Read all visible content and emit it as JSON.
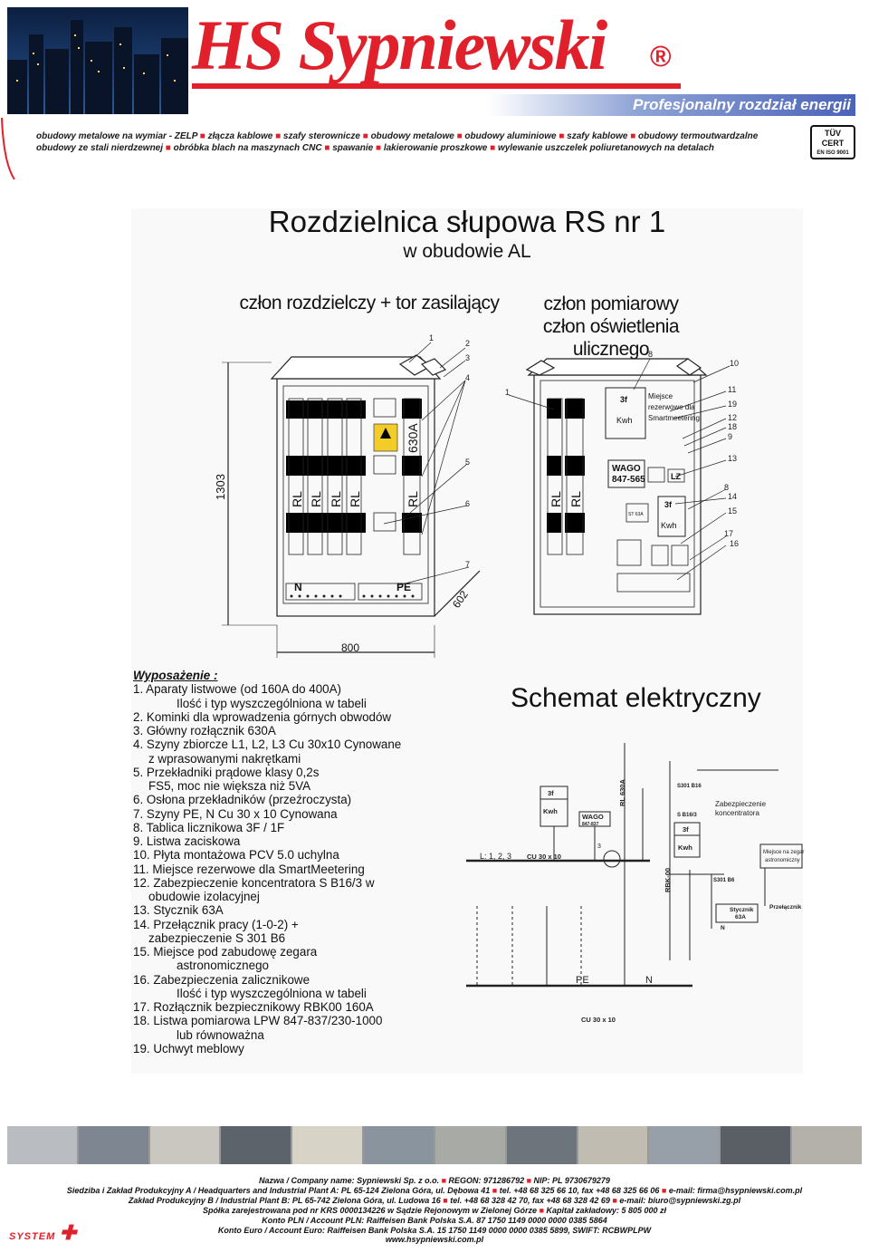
{
  "header": {
    "brand": "HS Sypniewski",
    "brand_mark": "®",
    "tagline": "Profesjonalny rozdział energii",
    "services_line1": [
      "obudowy metalowe na wymiar - ZELP",
      "złącza kablowe",
      "szafy sterownicze",
      "obudowy metalowe",
      "obudowy aluminiowe",
      "szafy kablowe",
      "obudowy termoutwardzalne"
    ],
    "services_line2": [
      "obudowy ze stali nierdzewnej",
      "obróbka blach na maszynach CNC",
      "spawanie",
      "lakierowanie proszkowe",
      "wylewanie uszczelek poliuretanowych na detalach"
    ],
    "cert_line1": "TÜV",
    "cert_line2": "CERT",
    "cert_line3": "EN ISO 9001"
  },
  "document": {
    "title": "Rozdzielnica słupowa RS nr 1",
    "subtitle": "w obudowie AL",
    "section_left": "człon rozdzielczy + tor zasilający",
    "section_right_1": "człon pomiarowy",
    "section_right_2": "człon oświetlenia ulicznego"
  },
  "drawing": {
    "dim_height": "1303",
    "dim_width": "800",
    "dim_depth": "602",
    "rl": "RL",
    "main_switch": "630A",
    "n_label": "N",
    "pe_label": "PE",
    "meter_3f": "3f",
    "meter_kwh": "Kwh",
    "smart_note_1": "Miejsce",
    "smart_note_2": "rezerwowe dla",
    "smart_note_3": "Smartmeetering",
    "wago_1": "WAGO",
    "wago_2": "847-565",
    "lz": "LZ",
    "st": "ST 63A",
    "callouts_left": [
      "1",
      "2",
      "3",
      "4",
      "5",
      "6",
      "7"
    ],
    "callouts_right": [
      "8",
      "10",
      "1",
      "11",
      "19",
      "12",
      "18",
      "9",
      "13",
      "8",
      "14",
      "15",
      "17",
      "16"
    ]
  },
  "equipment": {
    "heading": "Wyposażenie :",
    "items": [
      {
        "t": "1. Aparaty listwowe (od 160A do 400A)",
        "c": ""
      },
      {
        "t": "Ilość i typ wyszczególniona w tabeli",
        "c": "ind2"
      },
      {
        "t": "2. Kominki dla wprowadzenia górnych obwodów",
        "c": ""
      },
      {
        "t": "3. Główny rozłącznik 630A",
        "c": ""
      },
      {
        "t": "4. Szyny zbiorcze L1, L2, L3 Cu 30x10 Cynowane",
        "c": ""
      },
      {
        "t": "z wprasowanymi nakrętkami",
        "c": "ind"
      },
      {
        "t": "5. Przekładniki prądowe klasy 0,2s",
        "c": ""
      },
      {
        "t": "FS5, moc nie większa niż 5VA",
        "c": "ind"
      },
      {
        "t": "6. Osłona przekładników (przeźroczysta)",
        "c": ""
      },
      {
        "t": "7. Szyny PE, N Cu 30 x 10 Cynowana",
        "c": ""
      },
      {
        "t": "8. Tablica licznikowa 3F / 1F",
        "c": ""
      },
      {
        "t": "9. Listwa zaciskowa",
        "c": ""
      },
      {
        "t": "10. Płyta montażowa PCV 5.0 uchylna",
        "c": ""
      },
      {
        "t": "11. Miejsce rezerwowe dla SmartMeetering",
        "c": ""
      },
      {
        "t": "12. Zabezpieczenie koncentratora S B16/3 w",
        "c": ""
      },
      {
        "t": "obudowie izolacyjnej",
        "c": "ind"
      },
      {
        "t": "13. Stycznik 63A",
        "c": ""
      },
      {
        "t": "14. Przełącznik pracy (1-0-2) +",
        "c": ""
      },
      {
        "t": "zabezpieczenie S 301 B6",
        "c": "ind"
      },
      {
        "t": "15. Miejsce pod zabudowę zegara",
        "c": ""
      },
      {
        "t": "astronomicznego",
        "c": "ind2"
      },
      {
        "t": "16. Zabezpieczenia zalicznikowe",
        "c": ""
      },
      {
        "t": "Ilość i typ wyszczególniona w tabeli",
        "c": "ind2"
      },
      {
        "t": "17. Rozłącznik bezpiecznikowy RBK00 160A",
        "c": ""
      },
      {
        "t": "18. Listwa pomiarowa LPW 847-837/230-1000",
        "c": ""
      },
      {
        "t": "lub równoważna",
        "c": "ind2"
      },
      {
        "t": "19. Uchwyt meblowy",
        "c": ""
      }
    ]
  },
  "schematic": {
    "title": "Schemat elektryczny",
    "bus": "L: 1, 2, 3",
    "cu_top": "CU 30 x 10",
    "cu_bottom": "CU 30 x 10",
    "pe": "PE",
    "n": "N",
    "m3f": "3f",
    "mkwh": "Kwh",
    "wago": "WAGO",
    "wago_no": "847-837",
    "rl630": "RL 630A",
    "s301b16": "S301 B16",
    "sb16": "S B16/3",
    "zab": "Zabezpieczenie",
    "konc": "koncentratora",
    "rbk": "RBK-00",
    "s301b6": "S301 B6",
    "zegar1": "Miejsce na zegar",
    "zegar2": "astronomiczny",
    "stycznik": "Stycznik",
    "st63": "63A",
    "przel": "Przełącznik",
    "num3": "3"
  },
  "footer": {
    "line1": "Nazwa / Company name: Sypniewski Sp. z o.o.  ■  REGON: 971286792  ■  NIP: PL 9730679279",
    "line2": "Siedziba i Zakład Produkcyjny A / Headquarters and Industrial Plant A: PL 65-124 Zielona Góra, ul. Dębowa 41  ■  tel. +48 68 325 66 10, fax +48 68 325 66 06  ■  e-mail: firma@hsypniewski.com.pl",
    "line3": "Zakład Produkcyjny B / Industrial Plant B: PL 65-742 Zielona Góra, ul. Ludowa 16  ■  tel. +48 68 328 42 70, fax +48 68 328 42 69  ■  e-mail: biuro@sypniewski.zg.pl",
    "line4": "Spółka zarejestrowana pod nr KRS 0000134226 w Sądzie Rejonowym w Zielonej Górze  ■  Kapitał zakładowy: 5 805 000 zł",
    "line5": "Konto PLN / Account PLN: Raiffeisen Bank Polska S.A. 87 1750 1149 0000 0000 0385 5864",
    "line6": "Konto Euro / Account Euro: Raiffeisen Bank Polska S.A. 15 1750 1149 0000 0000 0385 5899, SWIFT: RCBWPLPW",
    "line7": "www.hsypniewski.com.pl",
    "system_logo": "SYSTEM"
  },
  "colors": {
    "brand_red": "#e0202b",
    "band_blue": "#4b63b8"
  }
}
